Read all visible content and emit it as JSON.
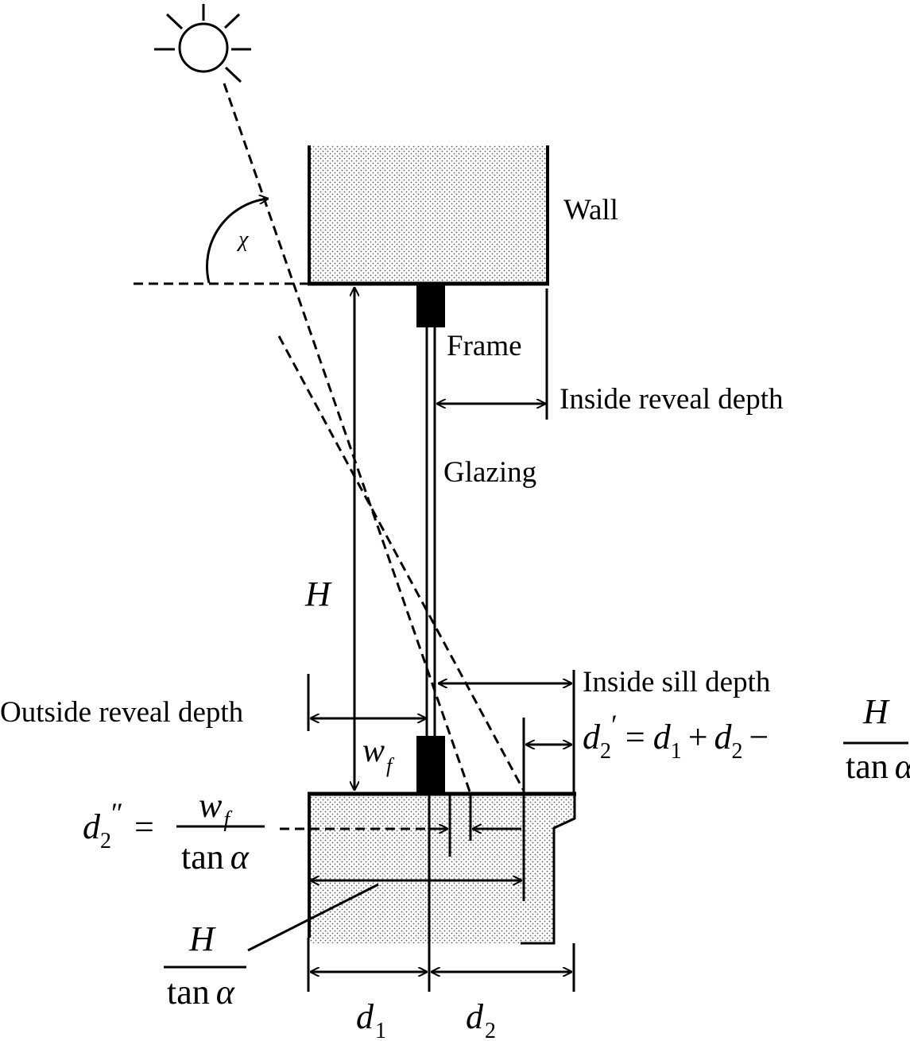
{
  "labels": {
    "wall": "Wall",
    "frame": "Frame",
    "inside_reveal": "Inside reveal depth",
    "glazing": "Glazing",
    "inside_sill": "Inside sill depth",
    "outside_reveal": "Outside reveal depth"
  },
  "symbols": {
    "angle": "χ",
    "height": "H",
    "frame_width_w": "w",
    "frame_width_sub": "f",
    "d1_d": "d",
    "d1_sub": "1",
    "d2_d": "d",
    "d2_sub": "2"
  },
  "formulas": {
    "d2_prime": {
      "lhs_d": "d",
      "lhs_sub": "2",
      "lhs_prime": "′",
      "eq": "=",
      "d1_d": "d",
      "d1_sub": "1",
      "plus": "+",
      "d2_d": "d",
      "d2_sub": "2",
      "minus": "−",
      "num": "H",
      "den_fn": "tan",
      "den_var": "α"
    },
    "d2_double_prime": {
      "lhs_d": "d",
      "lhs_sub": "2",
      "lhs_prime": "″",
      "eq": "=",
      "num_w": "w",
      "num_sub": "f",
      "den_fn": "tan",
      "den_var": "α"
    },
    "h_over_tan": {
      "num": "H",
      "den_fn": "tan",
      "den_var": "α"
    }
  }
}
